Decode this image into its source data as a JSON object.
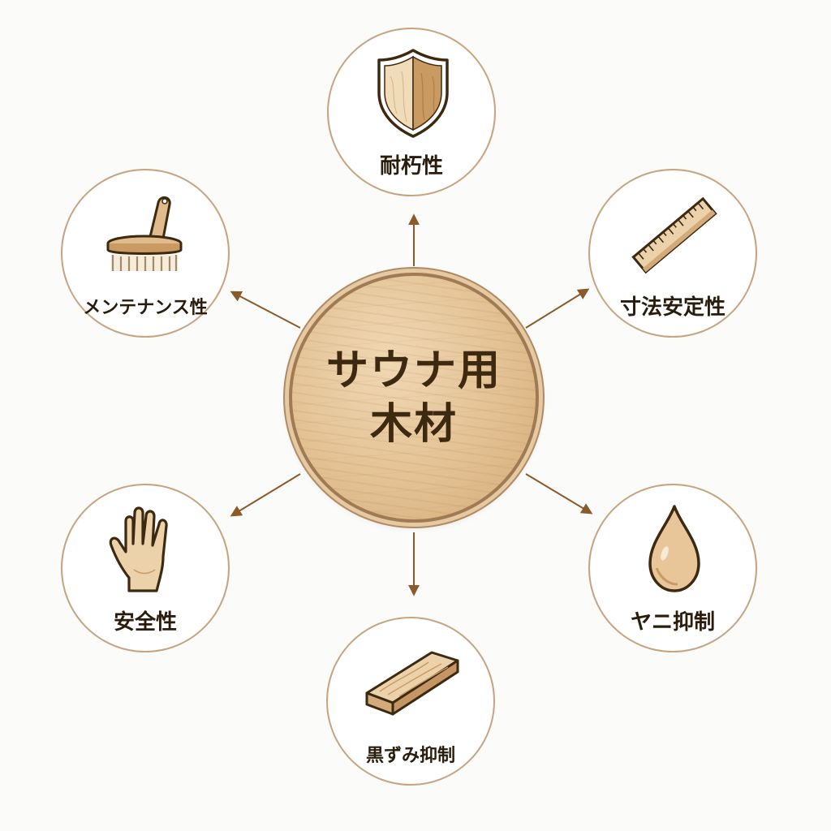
{
  "center": {
    "line1": "サウナ用",
    "line2": "木材"
  },
  "properties": [
    {
      "label": "耐朽性",
      "icon": "shield-icon"
    },
    {
      "label": "寸法安定性",
      "icon": "ruler-icon"
    },
    {
      "label": "ヤニ抑制",
      "icon": "droplet-icon"
    },
    {
      "label": "黒ずみ抑制",
      "icon": "wood-plank-icon"
    },
    {
      "label": "安全性",
      "icon": "hand-icon"
    },
    {
      "label": "メンテナンス性",
      "icon": "brush-icon"
    }
  ],
  "colors": {
    "accent": "#8b5a2b",
    "wood_light": "#ecd2aa",
    "wood_mid": "#d8b184",
    "outline": "#3d2810",
    "node_border": "#c7a47f"
  }
}
